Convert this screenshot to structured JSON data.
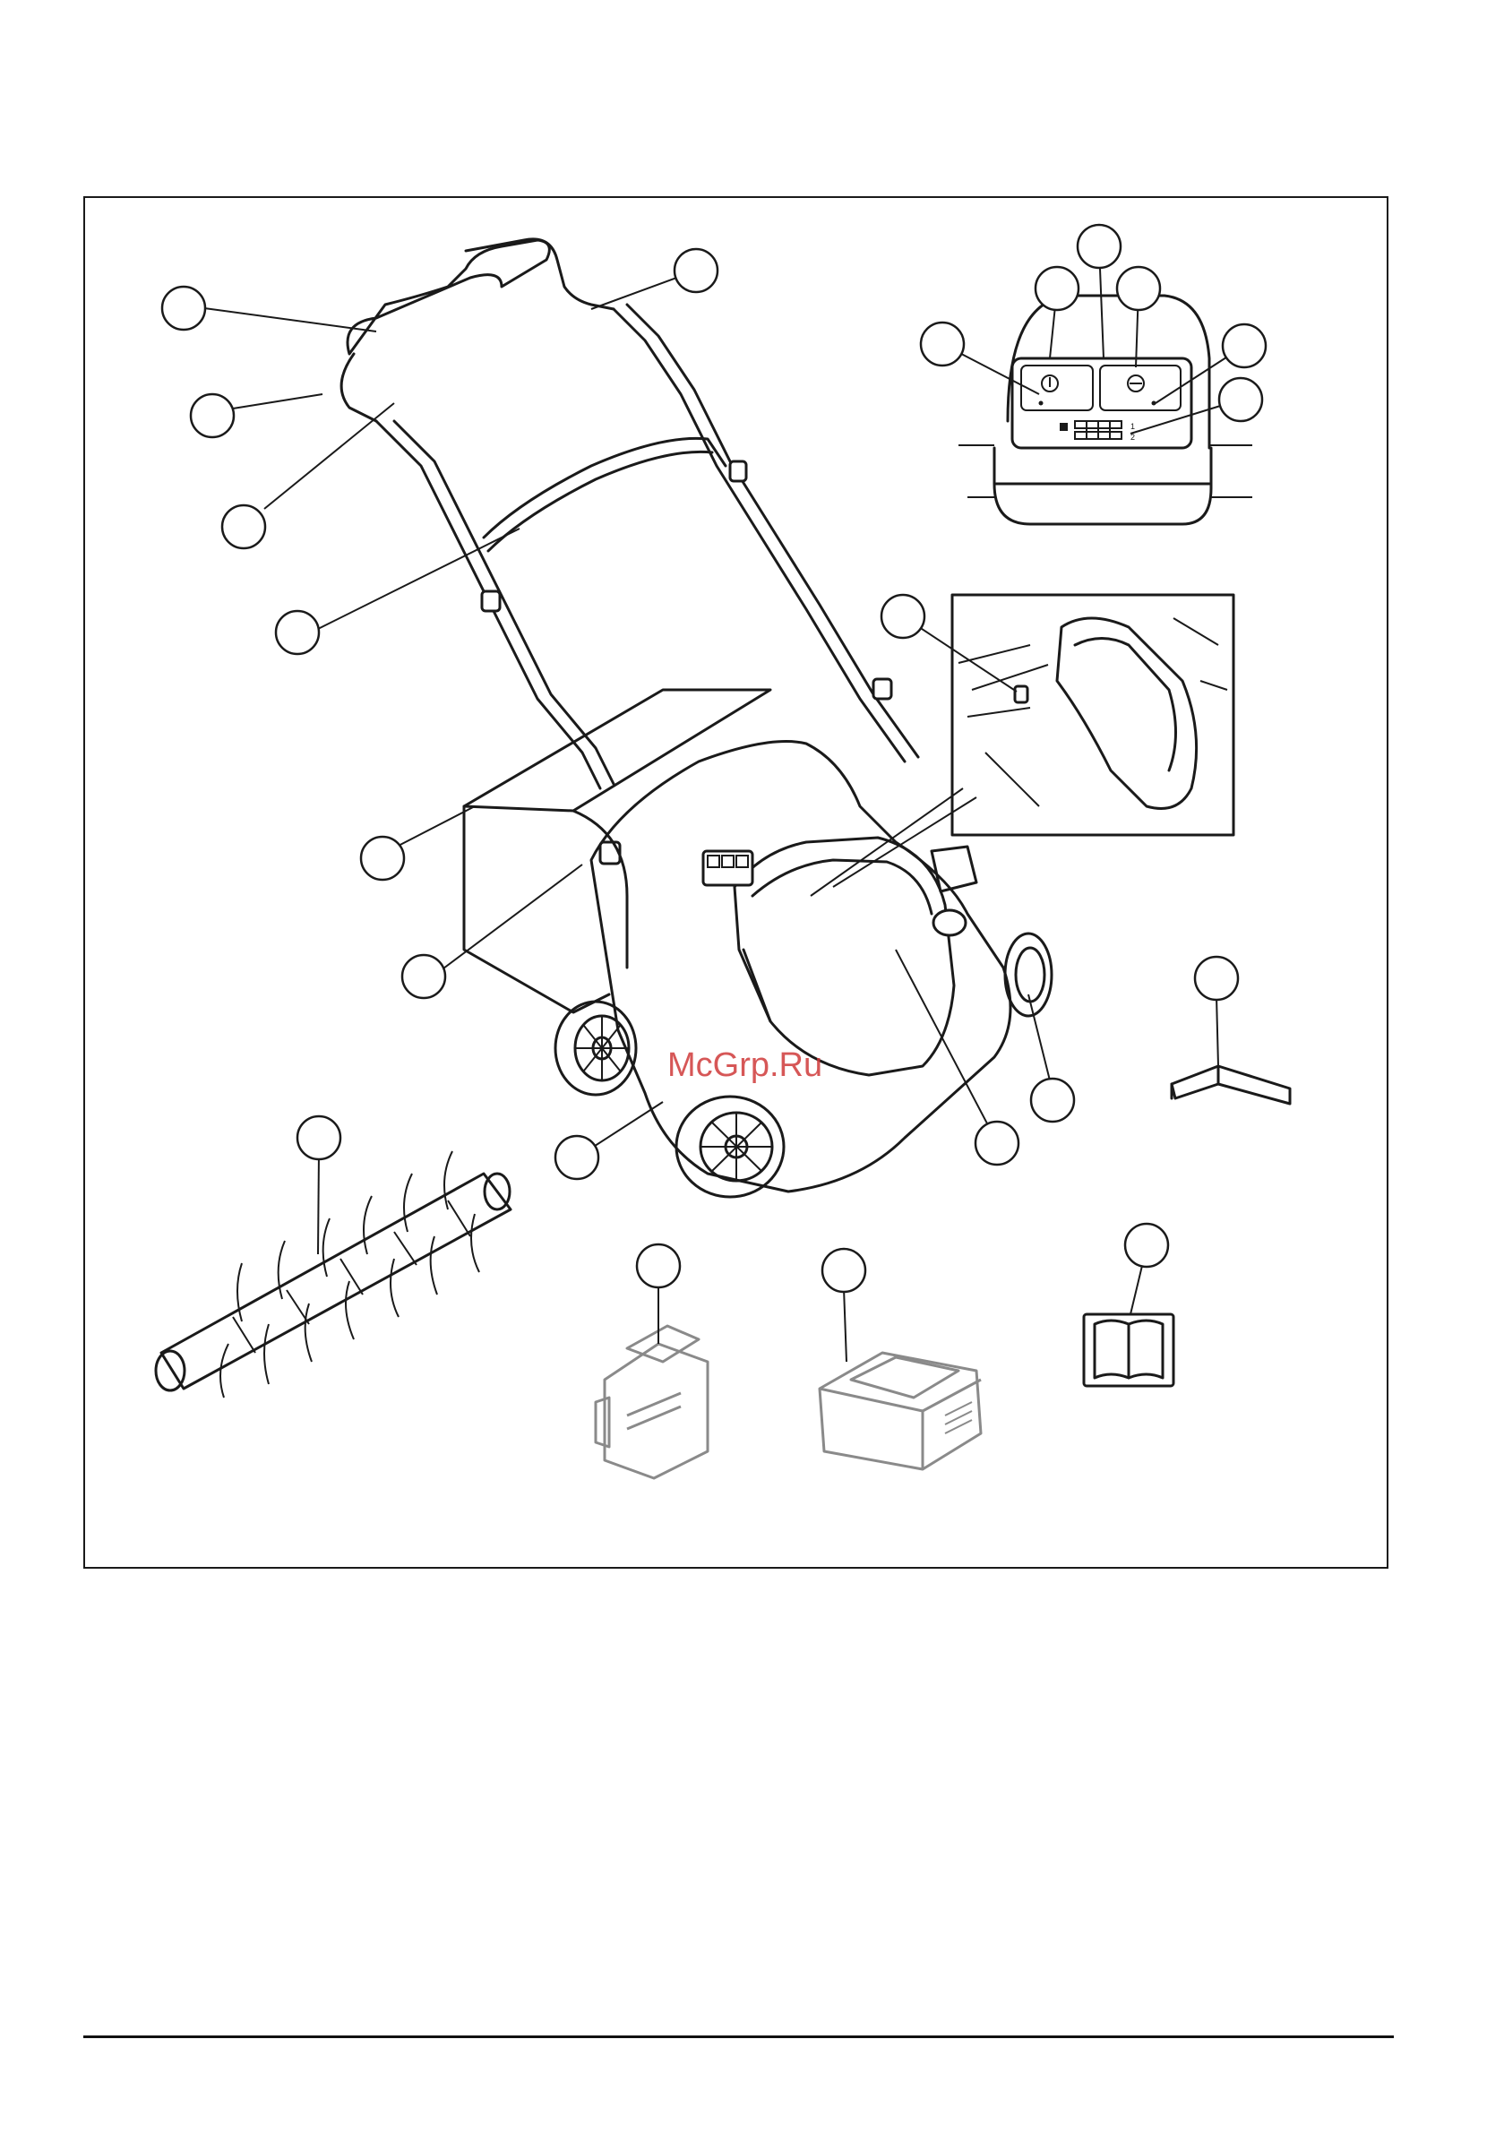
{
  "watermark": "McGrp.Ru",
  "panel_labels": {
    "row1": "1",
    "row2": "2"
  },
  "icons": [
    "power-icon",
    "eco-icon",
    "battery-level-icon",
    "manual-book-icon",
    "hex-key-icon"
  ],
  "colors": {
    "ink": "#1a1a1a",
    "accessory_grey": "#8a8a8a",
    "watermark": "#d03a3a"
  }
}
